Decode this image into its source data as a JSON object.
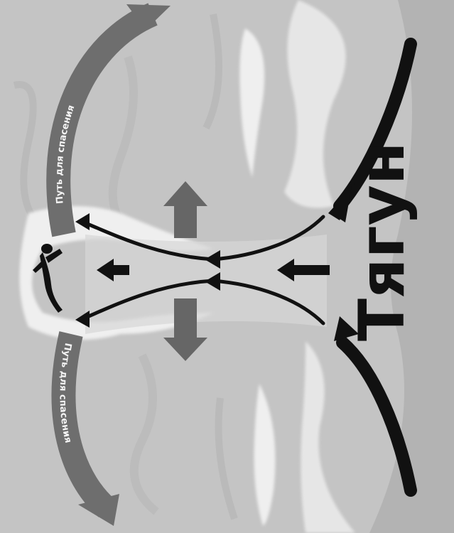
{
  "diagram": {
    "title": "Тягун",
    "escape_route_left": "Путь для спасения",
    "escape_route_right": "Путь для спасения"
  },
  "icons": {
    "swimmer": "swimmer-icon"
  },
  "colors": {
    "water": "#c9c9c9",
    "shore": "#b5b5b5",
    "foam": "#f2f2f2",
    "current_arrow": "#111111",
    "escape_arrow": "#6e6e6e",
    "side_arrow": "#666666"
  }
}
